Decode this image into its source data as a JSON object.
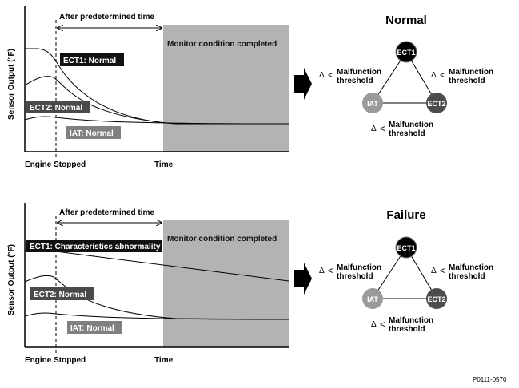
{
  "panels": [
    {
      "id": "normal",
      "ylabel": "Sensor Output (°F)",
      "annotation": "After predetermined time",
      "monitor_text": "Monitor condition completed",
      "xlabel_left": "Engine Stopped",
      "xlabel_right": "Time",
      "labels": {
        "ect1": "ECT1: Normal",
        "ect2": "ECT2: Normal",
        "iat": "IAT: Normal"
      },
      "triangle": {
        "title": "Normal",
        "ect1": "ECT1",
        "ect2": "ECT2",
        "iat": "IAT",
        "delta": "Δ",
        "threshold_line1": "Malfunction",
        "threshold_line2": "threshold"
      }
    },
    {
      "id": "failure",
      "ylabel": "Sensor Output (°F)",
      "annotation": "After predetermined time",
      "monitor_text": "Monitor condition completed",
      "xlabel_left": "Engine Stopped",
      "xlabel_right": "Time",
      "labels": {
        "ect1": "ECT1: Characteristics abnormality",
        "ect2": "ECT2: Normal",
        "iat": "IAT: Normal"
      },
      "triangle": {
        "title": "Failure",
        "ect1": "ECT1",
        "ect2": "ECT2",
        "iat": "IAT",
        "delta": "Δ",
        "threshold_line1": "Malfunction",
        "threshold_line2": "threshold"
      }
    }
  ],
  "footer_code": "P0111-0570",
  "colors": {
    "monitor_band": "#b3b3b3",
    "label_ect1": "#111111",
    "label_ect2": "#4a4a4a",
    "label_iat": "#808080",
    "node_ect1": "#000000",
    "node_ect2": "#4d4d4d",
    "node_iat": "#9a9a9a"
  }
}
